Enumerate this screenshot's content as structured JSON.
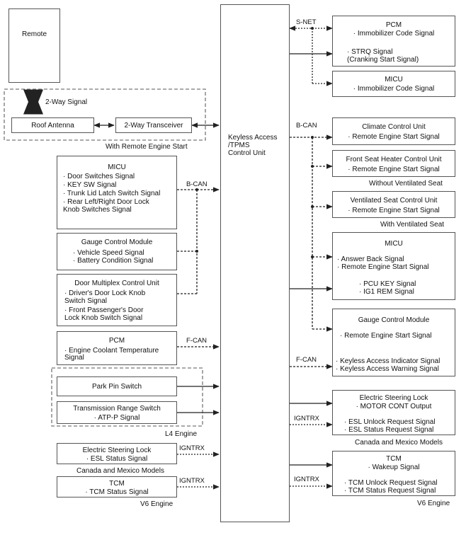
{
  "remote": {
    "label": "Remote"
  },
  "remote_group": {
    "two_way_signal": "2-Way Signal",
    "roof_antenna": "Roof Antenna",
    "transceiver": "2-Way Transceiver",
    "caption": "With Remote Engine Start"
  },
  "control_unit": {
    "line1": "Keyless Access",
    "line2": "/TPMS",
    "line3": "Control Unit"
  },
  "left": {
    "micu": {
      "title": "MICU",
      "lines": [
        "· Door Switches Signal",
        "· KEY SW Signal",
        "· Trunk Lid Latch Switch Signal",
        "· Rear Left/Right Door Lock",
        "Knob Switches Signal"
      ]
    },
    "gauge": {
      "title": "Gauge Control Module",
      "lines": [
        "· Vehicle Speed Signal",
        "· Battery Condition Signal"
      ]
    },
    "door_mux": {
      "title": "Door Multiplex Control Unit",
      "lines": [
        "· Driver's Door Lock Knob",
        "Switch Signal",
        "· Front Passenger's Door",
        "Lock Knob Switch Signal"
      ]
    },
    "bcan_label": "B-CAN",
    "pcm": {
      "title": "PCM",
      "lines": [
        "· Engine Coolant Temperature",
        "Signal"
      ]
    },
    "fcan_label": "F-CAN",
    "park_pin": "Park Pin Switch",
    "trs": {
      "title": "Transmission Range Switch",
      "line": "· ATP-P Signal"
    },
    "l4_caption": "L4 Engine",
    "esl": {
      "title": "Electric Steering Lock",
      "line": "· ESL Status Signal"
    },
    "esl_label": "IGNTRX",
    "esl_caption": "Canada and Mexico Models",
    "tcm": {
      "title": "TCM",
      "line": "· TCM Status Signal"
    },
    "tcm_label": "IGNTRX",
    "tcm_caption": "V6 Engine"
  },
  "right": {
    "snet_label": "S-NET",
    "pcm": {
      "title": "PCM",
      "line": "· Immobilizer Code Signal",
      "strq1": "· STRQ Signal",
      "strq2": "(Cranking Start Signal)"
    },
    "micu_top": {
      "title": "MICU",
      "line": "· Immobilizer Code Signal"
    },
    "bcan_label": "B-CAN",
    "climate": {
      "title": "Climate Control Unit",
      "line": "· Remote Engine Start Signal"
    },
    "front_seat": {
      "title": "Front Seat Heater Control Unit",
      "line": "· Remote Engine Start Signal",
      "caption": "Without Ventilated Seat"
    },
    "vent_seat": {
      "title": "Ventilated Seat Control Unit",
      "line": "· Remote Engine Start Signal",
      "caption": "With Ventilated Seat"
    },
    "micu": {
      "title": "MICU",
      "lines": [
        "· Answer Back Signal",
        "· Remote Engine Start Signal"
      ],
      "lower": [
        "· PCU KEY Signal",
        "· IG1 REM Signal"
      ]
    },
    "gauge": {
      "title": "Gauge Control Module",
      "line": "· Remote Engine Start Signal",
      "lower": [
        "· Keyless Access Indicator Signal",
        "· Keyless Access Warning Signal"
      ]
    },
    "fcan_label": "F-CAN",
    "esl": {
      "title": "Electric Steering Lock",
      "line": "· MOTOR CONT Output",
      "lower": [
        "· ESL Unlock Request Signal",
        "· ESL Status Request Signal"
      ],
      "caption": "Canada and Mexico Models"
    },
    "esl_label": "IGNTRX",
    "tcm": {
      "title": "TCM",
      "line": "· Wakeup Signal",
      "lower": [
        "· TCM Unlock Request Signal",
        "· TCM Status Request Signal"
      ],
      "caption": "V6 Engine"
    },
    "tcm_label": "IGNTRX"
  }
}
